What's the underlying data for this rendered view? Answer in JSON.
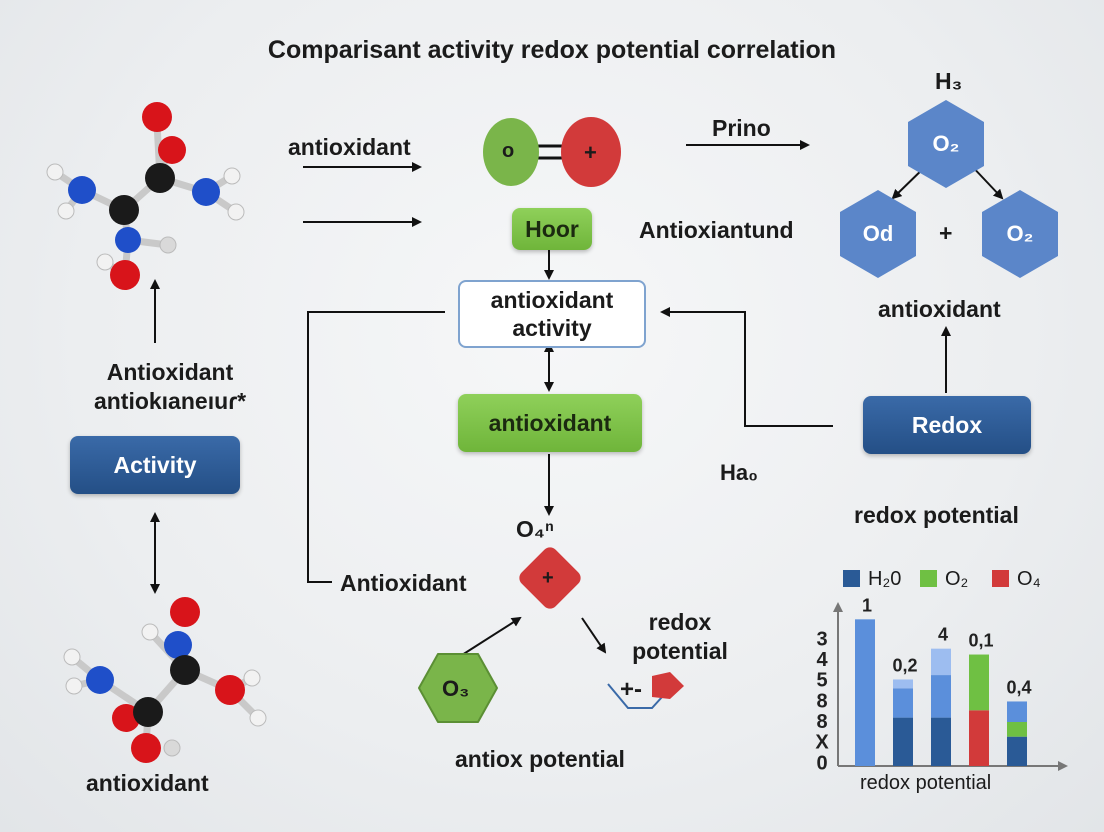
{
  "title": "Comparisant activity redox potential correlation",
  "top_flow": {
    "antioxidant_label": "antioxidant",
    "molecule_left_symbol": "o",
    "molecule_right_symbol": "+",
    "prino_label": "Prino",
    "hoor_box": "Hoor",
    "antioxiantund_label": "Antioxiantund"
  },
  "center": {
    "activity_box_line1": "antioxidant",
    "activity_box_line2": "activity",
    "antioxidant_box": "antioxidant",
    "o4n_label": "O₄ⁿ",
    "diamond_symbol": "+",
    "left_antioxidant_label": "Antioxidant",
    "o3_symbol": "O₃",
    "redox_potential_label_line1": "redox",
    "redox_potential_label_line2": "potential",
    "cup_symbol": "+-",
    "antiox_potential_label": "antiox potential",
    "ha0_label": "Ha₀"
  },
  "left_column": {
    "antioxidant_label_line1": "Antioxidant",
    "antioxidant_label_line2": "antiokıaneıuɾ*",
    "activity_box": "Activity",
    "bottom_label": "antioxidant"
  },
  "right_column": {
    "h3_label": "H₃",
    "hex_top": "O₂",
    "hex_left": "Od",
    "plus": "+",
    "hex_right": "O₂",
    "antioxidant_label": "antioxidant",
    "redox_box": "Redox",
    "redox_potential_label": "redox potential"
  },
  "colors": {
    "green": "#7ac143",
    "blue_dark": "#2b5a96",
    "hex_blue": "#5b86c9",
    "atom_red": "#d8141a",
    "atom_blue": "#1f4fc9",
    "atom_black": "#1a1a1a",
    "bar_blue": "#5b8fdb",
    "bar_light_blue": "#9dbdf0",
    "bar_navy": "#2a5a96",
    "bar_green": "#6fc043",
    "bar_red": "#d23a3a"
  },
  "chart_data": {
    "type": "bar",
    "legend": [
      "H₂0",
      "O₂",
      "O₄"
    ],
    "y_tick_labels": [
      "3",
      "4",
      "5",
      "8",
      "8",
      "X",
      "0"
    ],
    "xlabel": "redox potential",
    "bar_labels": [
      "1",
      "0,2",
      "4",
      "0,1",
      "0,4"
    ],
    "bars": [
      {
        "label": "1",
        "segments": [
          {
            "color": "#5b8fdb",
            "value": 1.0
          }
        ]
      },
      {
        "label": "0,2",
        "segments": [
          {
            "color": "#2a5a96",
            "value": 0.33
          },
          {
            "color": "#5b8fdb",
            "value": 0.2
          },
          {
            "color": "#9dbdf0",
            "value": 0.06
          }
        ]
      },
      {
        "label": "4",
        "segments": [
          {
            "color": "#2a5a96",
            "value": 0.33
          },
          {
            "color": "#5b8fdb",
            "value": 0.29
          },
          {
            "color": "#9dbdf0",
            "value": 0.18
          }
        ]
      },
      {
        "label": "0,1",
        "segments": [
          {
            "color": "#d23a3a",
            "value": 0.38
          },
          {
            "color": "#6fc043",
            "value": 0.38
          }
        ]
      },
      {
        "label": "0,4",
        "segments": [
          {
            "color": "#2a5a96",
            "value": 0.2
          },
          {
            "color": "#6fc043",
            "value": 0.1
          },
          {
            "color": "#5b8fdb",
            "value": 0.14
          }
        ]
      }
    ],
    "ylim": [
      0,
      1.05
    ]
  }
}
